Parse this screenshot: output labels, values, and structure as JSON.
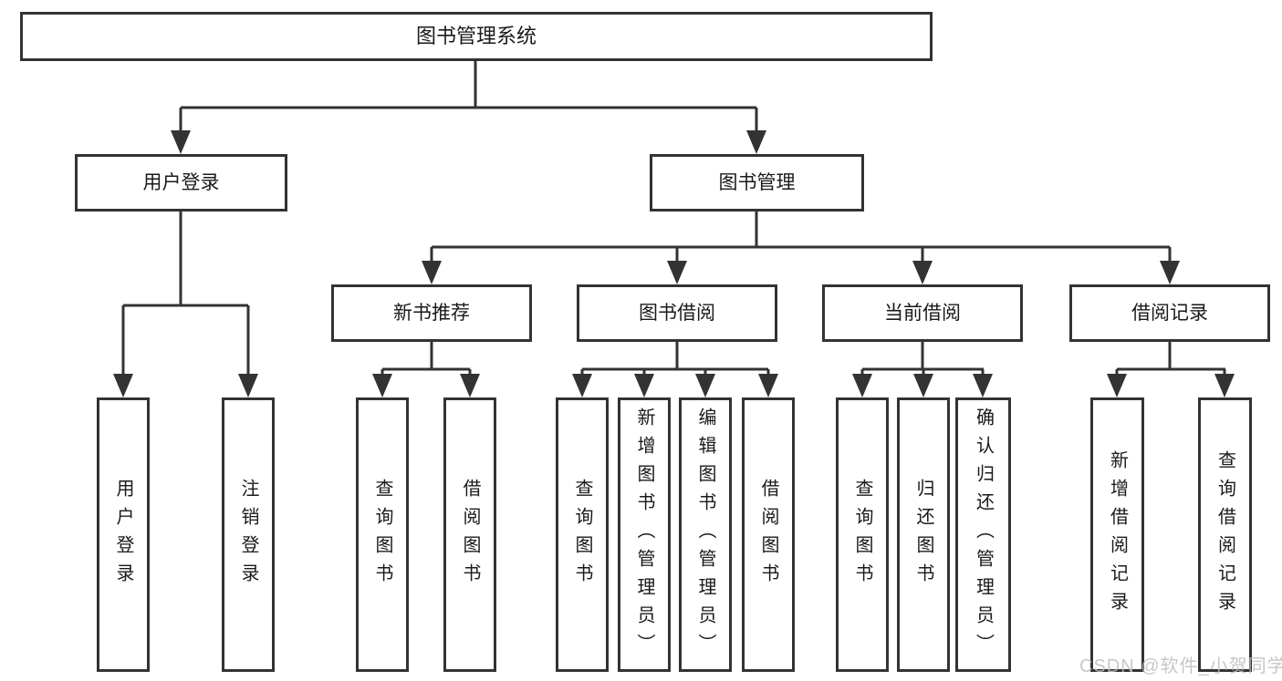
{
  "diagram": {
    "title": "图书管理系统",
    "branches": [
      {
        "label": "用户登录",
        "children": [
          {
            "label": "用户登录"
          },
          {
            "label": "注销登录"
          }
        ]
      },
      {
        "label": "图书管理",
        "children": [
          {
            "label": "新书推荐",
            "children": [
              {
                "label": "查询图书"
              },
              {
                "label": "借阅图书"
              }
            ]
          },
          {
            "label": "图书借阅",
            "children": [
              {
                "label": "查询图书"
              },
              {
                "label": "新增图书（管理员）"
              },
              {
                "label": "编辑图书（管理员）"
              },
              {
                "label": "借阅图书"
              }
            ]
          },
          {
            "label": "当前借阅",
            "children": [
              {
                "label": "查询图书"
              },
              {
                "label": "归还图书"
              },
              {
                "label": "确认归还（管理员）"
              }
            ]
          },
          {
            "label": "借阅记录",
            "children": [
              {
                "label": "新增借阅记录"
              },
              {
                "label": "查询借阅记录"
              }
            ]
          }
        ]
      }
    ],
    "watermark": "CSDN @软件_小贺同学",
    "colors": {
      "line": "#333333",
      "text": "#1a1a1a",
      "background": "#ffffff",
      "watermark": "#bebebe"
    }
  }
}
